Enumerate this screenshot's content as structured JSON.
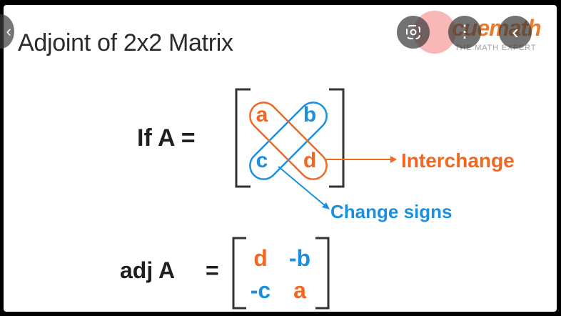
{
  "title": "Adjoint of 2x2 Matrix",
  "logo": {
    "name": "cuemath",
    "tagline": "THE MATH EXPERT"
  },
  "equation1": {
    "lhs": "If  A  =",
    "matrix": [
      "a",
      "b",
      "c",
      "d"
    ]
  },
  "annotations": {
    "interchange": "Interchange",
    "change_signs": "Change signs"
  },
  "equation2": {
    "lhs": "adj A",
    "equals": "=",
    "matrix": [
      "d",
      "-b",
      "-c",
      "a"
    ]
  },
  "colors": {
    "orange": "#f26722",
    "blue": "#1b8fe0",
    "text": "#1f1f1f"
  },
  "overlay_icons": [
    "lens-icon",
    "more-vertical-icon",
    "chevron-left-icon"
  ]
}
